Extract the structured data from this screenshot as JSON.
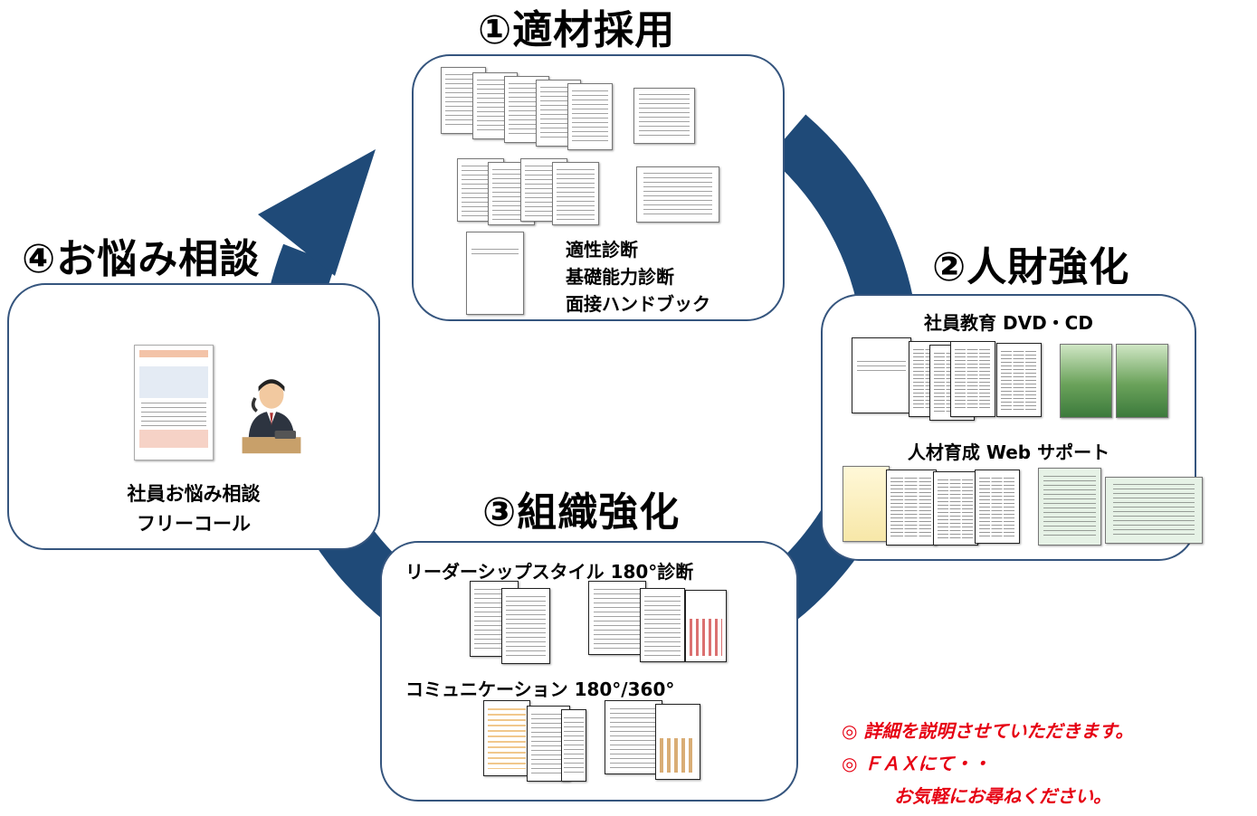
{
  "colors": {
    "ring": "#1f4a78",
    "box_border": "#35557e",
    "note": "#e60012"
  },
  "stages": [
    {
      "title": "①適材採用",
      "labels": [
        "適性診断",
        "基礎能力診断",
        "面接ハンドブック"
      ]
    },
    {
      "title": "②人財強化",
      "sections": [
        "社員教育 DVD・CD",
        "人材育成 Web サポート"
      ]
    },
    {
      "title": "③組織強化",
      "sections": [
        "リーダーシップスタイル 180°診断",
        "コミュニケーション 180°/360°"
      ]
    },
    {
      "title": "④お悩み相談",
      "labels": [
        "社員お悩み相談",
        "フリーコール"
      ]
    }
  ],
  "notes": [
    "◎ 詳細を説明させていただきます。",
    "◎ ＦＡＸにて・・",
    "お気軽にお尋ねください。"
  ],
  "icons": [
    "phone-operator-icon"
  ]
}
